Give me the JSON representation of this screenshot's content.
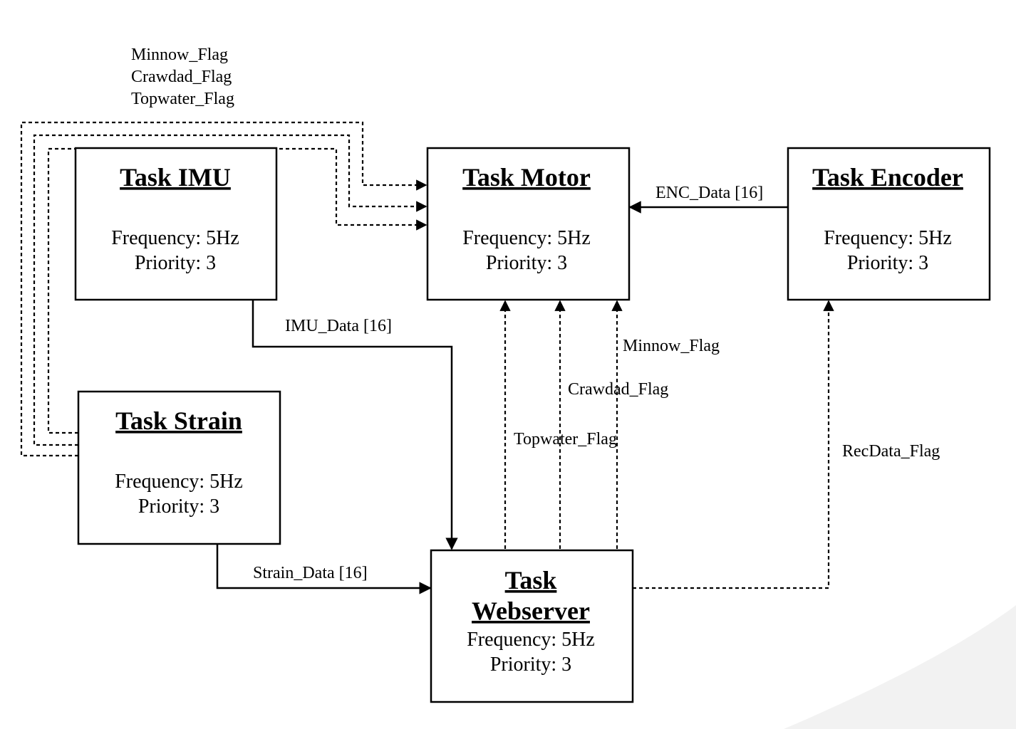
{
  "tasks": {
    "imu": {
      "title": "Task IMU",
      "frequency": "Frequency: 5Hz",
      "priority": "Priority: 3"
    },
    "motor": {
      "title": "Task Motor",
      "frequency": "Frequency: 5Hz",
      "priority": "Priority: 3"
    },
    "encoder": {
      "title": "Task Encoder",
      "frequency": "Frequency: 5Hz",
      "priority": "Priority: 3"
    },
    "strain": {
      "title": "Task Strain",
      "frequency": "Frequency: 5Hz",
      "priority": "Priority: 3"
    },
    "webserver": {
      "title_line1": "Task",
      "title_line2": "Webserver",
      "frequency": "Frequency: 5Hz",
      "priority": "Priority: 3"
    }
  },
  "edges": {
    "strain_flags": [
      "Minnow_Flag",
      "Crawdad_Flag",
      "Topwater_Flag"
    ],
    "enc_data": "ENC_Data [16]",
    "imu_data": "IMU_Data [16]",
    "strain_data": "Strain_Data [16]",
    "web_minnow": "Minnow_Flag",
    "web_crawdad": "Crawdad_Flag",
    "web_topwater": "Topwater_Flag",
    "rec_data": "RecData_Flag"
  }
}
